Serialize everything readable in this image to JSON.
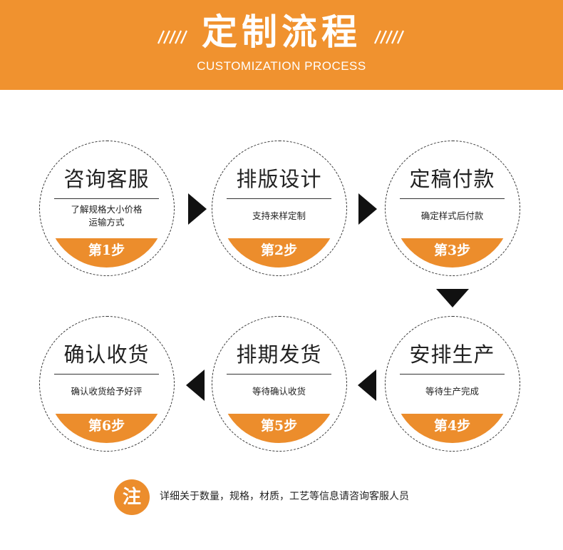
{
  "header": {
    "title": "定制流程",
    "subtitle": "CUSTOMIZATION PROCESS",
    "deco_icon": "diagonal-stripes"
  },
  "colors": {
    "banner": "#f0922f",
    "accent": "#ec8d2c",
    "text": "#222222",
    "arrow": "#111111"
  },
  "steps": [
    {
      "title": "咨询客服",
      "desc": [
        "了解规格大小价格",
        "运输方式"
      ],
      "label": "第1步"
    },
    {
      "title": "排版设计",
      "desc": [
        "支持来样定制"
      ],
      "label": "第2步"
    },
    {
      "title": "定稿付款",
      "desc": [
        "确定样式后付款"
      ],
      "label": "第3步"
    },
    {
      "title": "安排生产",
      "desc": [
        "等待生产完成"
      ],
      "label": "第4步"
    },
    {
      "title": "排期发货",
      "desc": [
        "等待确认收货"
      ],
      "label": "第5步"
    },
    {
      "title": "确认收货",
      "desc": [
        "确认收货给予好评"
      ],
      "label": "第6步"
    }
  ],
  "note": {
    "icon_text": "注",
    "text": "详细关于数量，规格，材质，工艺等信息请咨询客服人员"
  }
}
